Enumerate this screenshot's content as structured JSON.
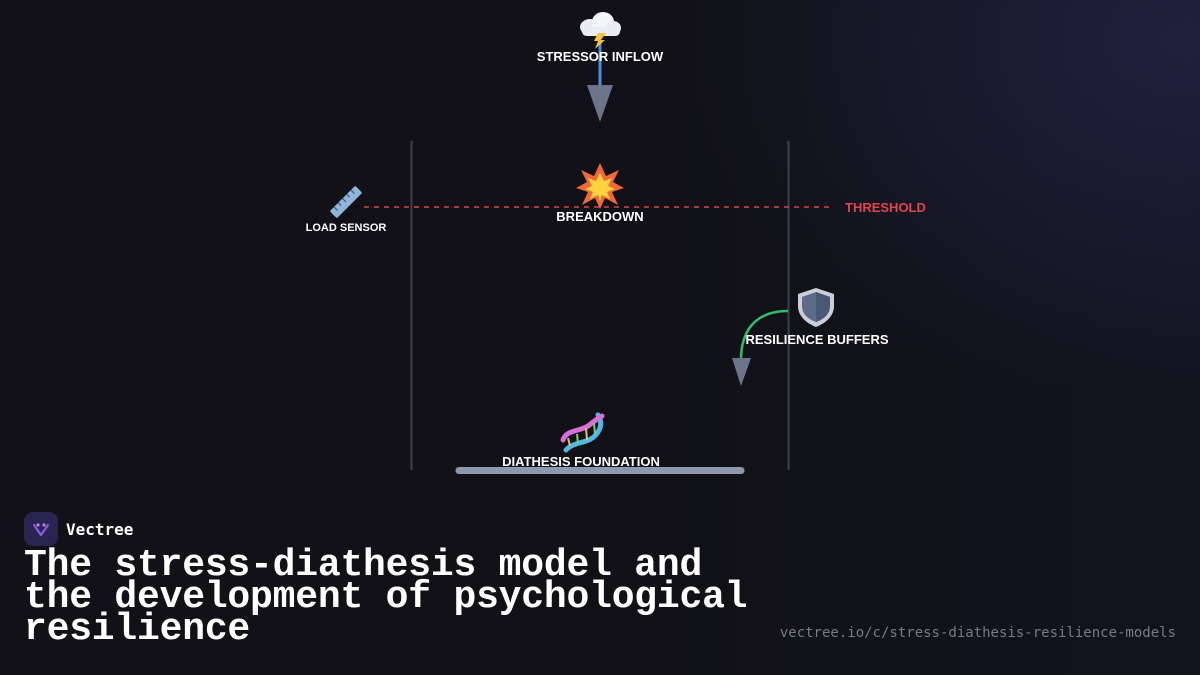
{
  "diagram": {
    "stressor": {
      "label": "STRESSOR INFLOW",
      "icon": "storm-cloud-icon"
    },
    "breakdown": {
      "label": "BREAKDOWN",
      "icon": "collision-icon"
    },
    "threshold": {
      "label": "THRESHOLD",
      "color": "#e0454a"
    },
    "load_sensor": {
      "label": "LOAD SENSOR",
      "icon": "ruler-icon"
    },
    "resilience": {
      "label": "RESILIENCE BUFFERS",
      "icon": "shield-icon",
      "color": "#2fbf6a"
    },
    "diathesis": {
      "label": "DIATHESIS FOUNDATION",
      "icon": "dna-icon"
    }
  },
  "brand": {
    "name": "Vectree",
    "icon": "vectree-logo-icon"
  },
  "title": "The stress-diathesis model and the development of psychological resilience",
  "source_url": "vectree.io/c/stress-diathesis-resilience-models",
  "colors": {
    "background": "#111117",
    "stressor_flow": "#4a90e2",
    "arrowhead": "#6b7488",
    "walls": "#3a4050",
    "foundation": "#8e98ac"
  }
}
